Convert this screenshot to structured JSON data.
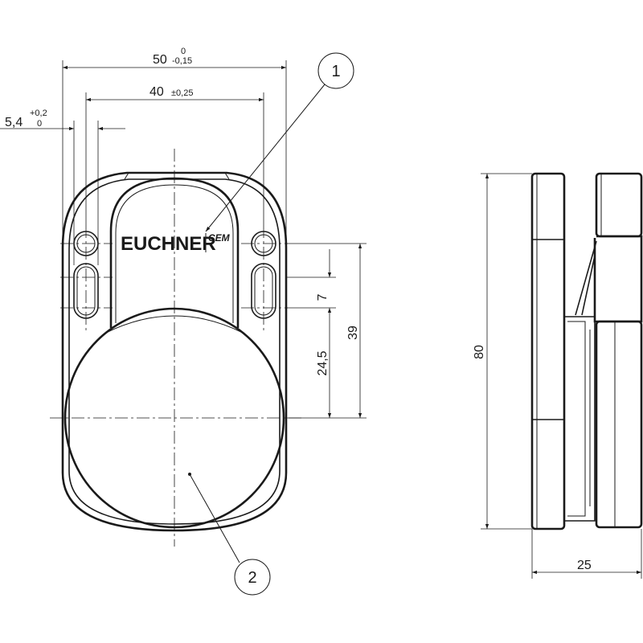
{
  "dimensions": {
    "width_overall": {
      "value": "50",
      "tol_upper": "0",
      "tol_lower": "-0,15"
    },
    "hole_spacing": {
      "value": "40",
      "tol": "±0,25"
    },
    "slot_width": {
      "value": "5,4",
      "tol_upper": "+0,2",
      "tol_lower": "0"
    },
    "height_overall": {
      "value": "80"
    },
    "depth_overall": {
      "value": "25"
    },
    "slot_length": {
      "value": "7"
    },
    "center_to_slot": {
      "value": "24,5"
    },
    "center_to_hole": {
      "value": "39"
    }
  },
  "brand": {
    "name": "EUCHNER",
    "sub": "CEM"
  },
  "callouts": [
    {
      "label": "1"
    },
    {
      "label": "2"
    }
  ]
}
